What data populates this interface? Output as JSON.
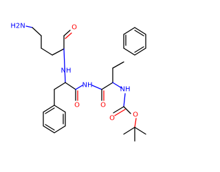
{
  "molecule": {
    "atom_labels": {
      "nh2": "H2N",
      "nh_alpha": "NH",
      "nh_imide": "NH",
      "nh_carbamate": "NH",
      "o_aldehyde": "O",
      "o_amide1": "O",
      "o_amide2": "O",
      "o_carbamate_carbonyl": "O",
      "o_carbamate_ether": "O"
    },
    "colors": {
      "bond": "#000000",
      "oxygen": "#ff0000",
      "nitrogen": "#0000ff"
    }
  }
}
